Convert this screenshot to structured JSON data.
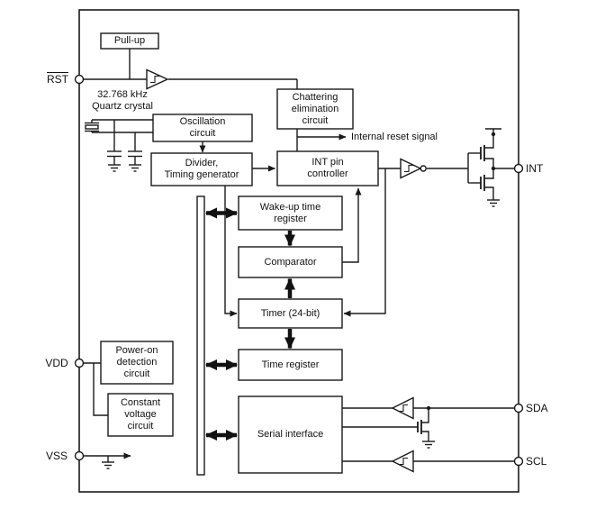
{
  "colors": {
    "line": "#1a1a1a",
    "background": "#ffffff"
  },
  "pins": {
    "rst": "RST",
    "vdd": "VDD",
    "vss": "VSS",
    "int": "INT",
    "sda": "SDA",
    "scl": "SCL"
  },
  "annotations": {
    "pullup": "Pull-up",
    "crystal_freq": "32.768 kHz",
    "crystal_name": "Quartz crystal",
    "internal_reset": "Internal reset signal"
  },
  "blocks": {
    "oscillation": [
      "Oscillation",
      "circuit"
    ],
    "chattering": [
      "Chattering",
      "elimination",
      "circuit"
    ],
    "divider": [
      "Divider,",
      "Timing generator"
    ],
    "int_pin_controller": [
      "INT pin",
      "controller"
    ],
    "wakeup_register": [
      "Wake-up time",
      "register"
    ],
    "comparator": [
      "Comparator"
    ],
    "timer": [
      "Timer (24-bit)"
    ],
    "time_register": [
      "Time register"
    ],
    "power_on_detection": [
      "Power-on",
      "detection",
      "circuit"
    ],
    "constant_voltage": [
      "Constant",
      "voltage",
      "circuit"
    ],
    "serial_interface": [
      "Serial interface"
    ]
  }
}
